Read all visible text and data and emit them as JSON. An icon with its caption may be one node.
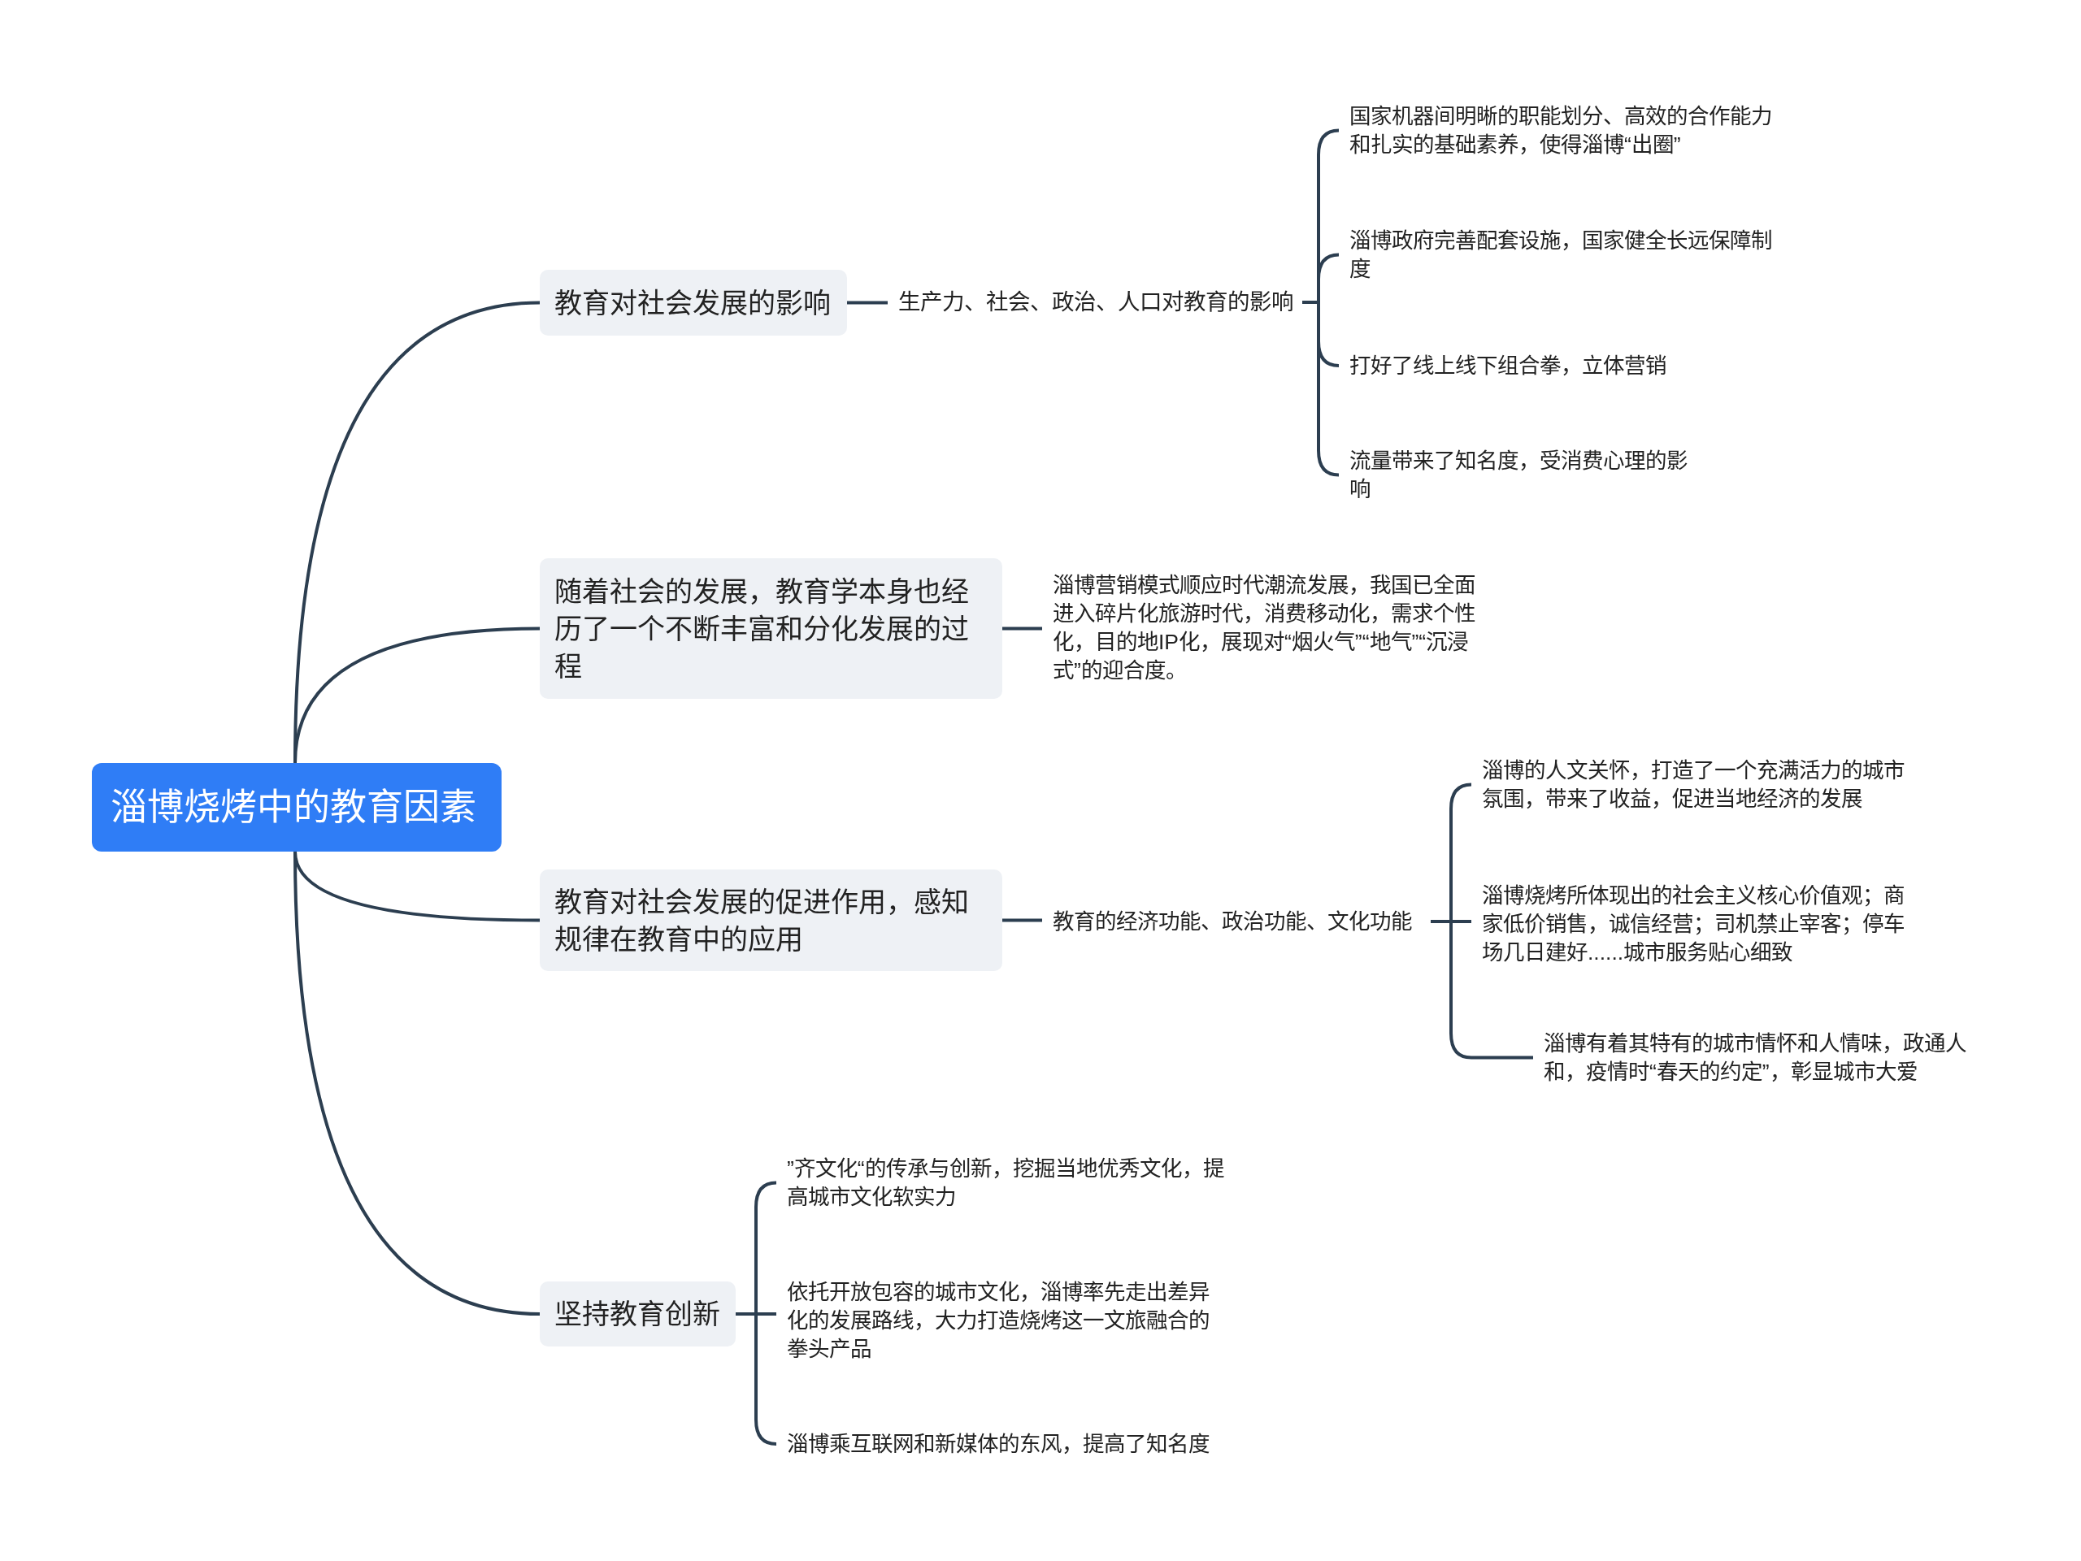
{
  "diagram": {
    "nodes": [
      {
        "text": [
          "淄博烧烤中的教育因素"
        ]
      },
      {
        "text": [
          "教育对社会发展的影响"
        ]
      },
      {
        "text": [
          "生产力、社会、政治、人口对教育的影响"
        ]
      },
      {
        "text": [
          "国家机器间明晰的职能划分、高效的合作能力和扎实的基础素养，使得淄博“出圈”"
        ]
      },
      {
        "text": [
          "淄博政府完善配套设施，国家健全长远保障制度"
        ]
      },
      {
        "text": [
          "打好了线上线下组合拳，立体营销"
        ]
      },
      {
        "text": [
          "流量带来了知名度，受消费心理的影响"
        ]
      },
      {
        "text": [
          "随着社会的发展，教育学本身也经历了一个不断丰富和分化发展的过程"
        ]
      },
      {
        "text": [
          "淄博营销模式顺应时代潮流发展，我国已全面进入碎片化旅游时代，消费移动化，需求个性化，目的地IP化，展现对“烟火气”“地气”“沉浸式”的迎合度。"
        ]
      },
      {
        "text": [
          "教育对社会发展的促进作用，感知规律在教育中的应用"
        ]
      },
      {
        "text": [
          "教育的经济功能、政治功能、文化功能"
        ]
      },
      {
        "text": [
          "淄博的人文关怀，打造了一个充满活力的城市氛围，带来了收益，促进当地经济的发展"
        ]
      },
      {
        "text": [
          "淄博烧烤所体现出的社会主义核心价值观；商家低价销售，诚信经营；司机禁止宰客；停车场几日建好......城市服务贴心细致"
        ]
      },
      {
        "text": [
          "淄博有着其特有的城市情怀和人情味，政通人和，疫情时“春天的约定”，彰显城市大爱"
        ]
      },
      {
        "text": [
          "坚持教育创新"
        ]
      },
      {
        "text": [
          "”齐文化“的传承与创新，挖掘当地优秀文化，提高城市文化软实力"
        ]
      },
      {
        "text": [
          "依托开放包容的城市文化，淄博率先走出差异化的发展路线，大力打造烧烤这一文旅融合的拳头产品"
        ]
      },
      {
        "text": [
          "淄博乘互联网和新媒体的东风，提高了知名度"
        ]
      }
    ],
    "edges": [
      {
        "from": 0,
        "to": 1,
        "arrow": "none"
      },
      {
        "from": 0,
        "to": 7,
        "arrow": "none"
      },
      {
        "from": 0,
        "to": 9,
        "arrow": "none"
      },
      {
        "from": 0,
        "to": 14,
        "arrow": "none"
      },
      {
        "from": 1,
        "to": 2,
        "arrow": "none"
      },
      {
        "from": 2,
        "to": 3,
        "arrow": "none"
      },
      {
        "from": 2,
        "to": 4,
        "arrow": "none"
      },
      {
        "from": 2,
        "to": 5,
        "arrow": "none"
      },
      {
        "from": 2,
        "to": 6,
        "arrow": "none"
      },
      {
        "from": 7,
        "to": 8,
        "arrow": "none"
      },
      {
        "from": 9,
        "to": 10,
        "arrow": "none"
      },
      {
        "from": 10,
        "to": 11,
        "arrow": "none"
      },
      {
        "from": 10,
        "to": 12,
        "arrow": "none"
      },
      {
        "from": 10,
        "to": 13,
        "arrow": "none"
      },
      {
        "from": 14,
        "to": 15,
        "arrow": "none"
      },
      {
        "from": 14,
        "to": 16,
        "arrow": "none"
      },
      {
        "from": 14,
        "to": 17,
        "arrow": "none"
      }
    ]
  }
}
